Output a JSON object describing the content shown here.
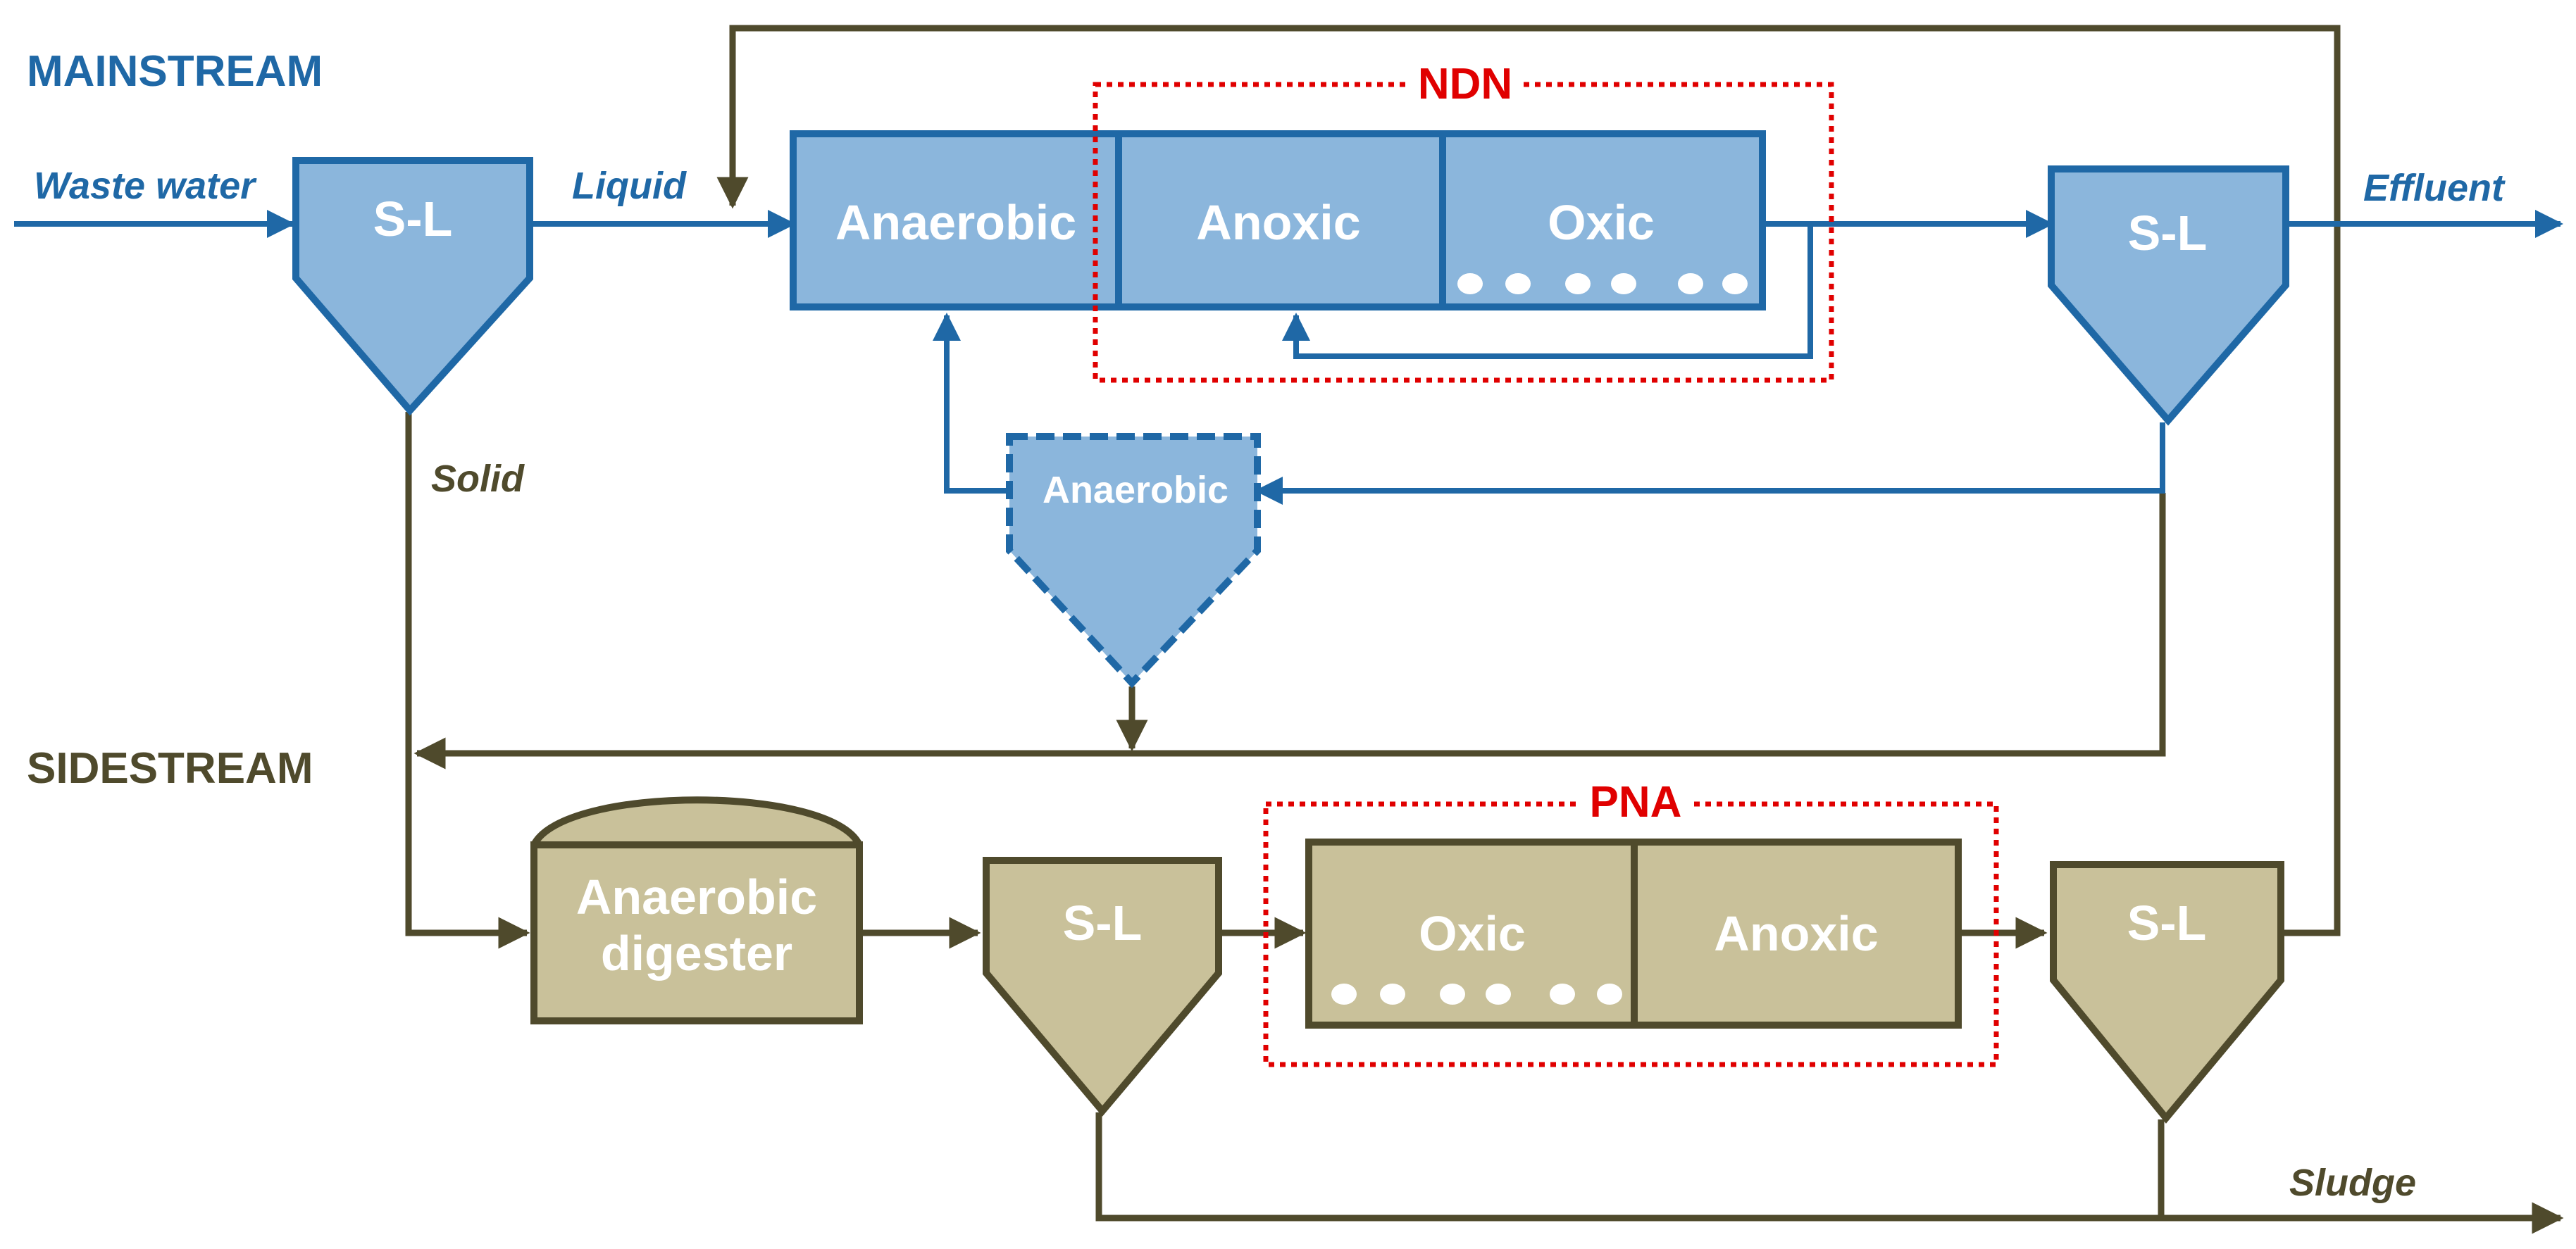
{
  "colors": {
    "main_line": "#1f68a6",
    "main_fill": "#8bb6dc",
    "side_line": "#4f4a2c",
    "side_fill": "#c9c19a",
    "zone_red": "#e00000",
    "main_label": "#1f68a6",
    "side_label": "#4f4a2c",
    "box_text": "#ffffff"
  },
  "sections": {
    "mainstream": "MAINSTREAM",
    "sidestream": "SIDESTREAM"
  },
  "flows": {
    "waste_water": "Waste water",
    "liquid": "Liquid",
    "solid": "Solid",
    "effluent": "Effluent",
    "sludge": "Sludge"
  },
  "zones": {
    "ndn": "NDN",
    "pna": "PNA"
  },
  "mainstream": {
    "separator_1": "S-L",
    "anaerobic": "Anaerobic",
    "anoxic": "Anoxic",
    "oxic": "Oxic",
    "separator_2": "S-L",
    "side_anaerobic_tank": "Anaerobic"
  },
  "sidestream": {
    "digester_line1": "Anaerobic",
    "digester_line2": "digester",
    "separator_3": "S-L",
    "oxic": "Oxic",
    "anoxic": "Anoxic",
    "separator_4": "S-L"
  },
  "icons": {
    "aeration": "aeration-bubbles-icon",
    "arrow": "arrow-head-icon"
  }
}
